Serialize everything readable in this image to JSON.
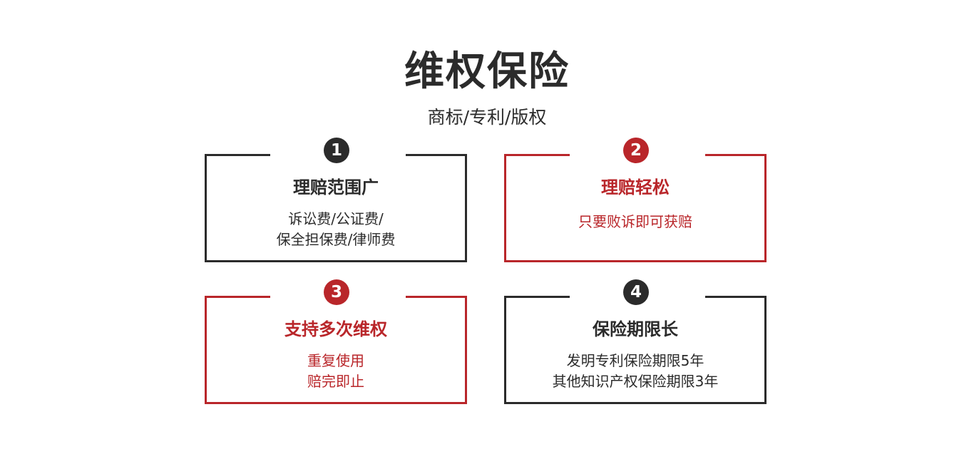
{
  "header": {
    "title": "维权保险",
    "subtitle": "商标/专利/版权"
  },
  "colors": {
    "dark": "#2b2b2b",
    "red": "#b9262a"
  },
  "cards": [
    {
      "number": "1",
      "title": "理赔范围广",
      "lines": [
        "诉讼费/公证费/",
        "保全担保费/律师费"
      ],
      "accent": "dark"
    },
    {
      "number": "2",
      "title": "理赔轻松",
      "lines": [
        "只要败诉即可获赔"
      ],
      "accent": "red"
    },
    {
      "number": "3",
      "title": "支持多次维权",
      "lines": [
        "重复使用",
        "赔完即止"
      ],
      "accent": "red"
    },
    {
      "number": "4",
      "title": "保险期限长",
      "lines": [
        "发明专利保险期限5年",
        "其他知识产权保险期限3年"
      ],
      "accent": "dark"
    }
  ]
}
